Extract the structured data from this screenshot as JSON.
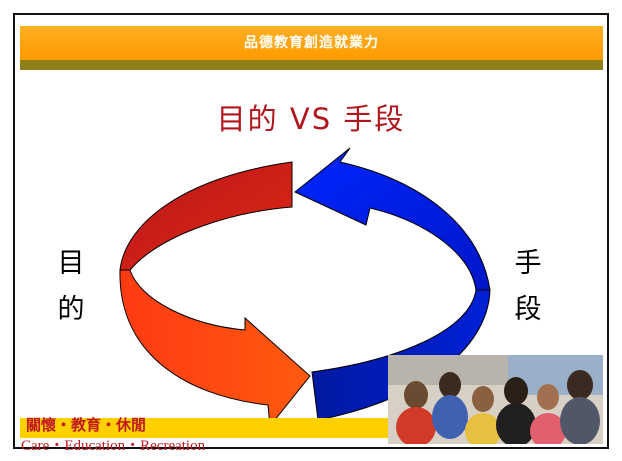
{
  "header": {
    "title": "品德教育創造就業力"
  },
  "slide": {
    "title": "目的 VS 手段",
    "left_label": "目的",
    "right_label": "手段"
  },
  "footer": {
    "line1": "關懷・教育・休閒",
    "line2": "Care・Education・Recreation"
  },
  "colors": {
    "header_band": "#ff9a00",
    "header_line": "#8f7f1a",
    "title_red": "#b0161c",
    "arrow_red": "#ff3311",
    "arrow_blue": "#0022dd",
    "footer_band": "#ffd000"
  },
  "icons": {
    "photo": "group-photo-of-children"
  }
}
